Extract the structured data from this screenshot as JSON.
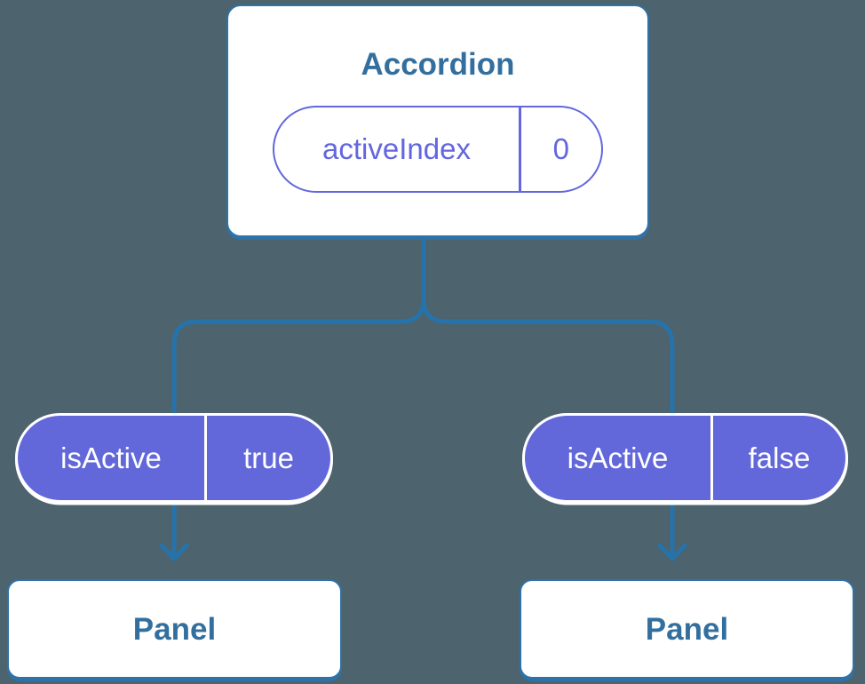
{
  "diagram": {
    "type": "react-component-tree",
    "root": {
      "title": "Accordion",
      "state": {
        "name": "activeIndex",
        "value": "0"
      }
    },
    "props": [
      {
        "name": "isActive",
        "value": "true"
      },
      {
        "name": "isActive",
        "value": "false"
      }
    ],
    "panels": [
      {
        "title": "Panel"
      },
      {
        "title": "Panel"
      }
    ],
    "colors": {
      "background": "#4d636d",
      "node-fill": "#ffffff",
      "node-border": "#2f72a8",
      "node-text": "#336f9e",
      "edge": "#2673ac",
      "state-accent": "#6366de",
      "prop-fill": "#6268da",
      "prop-border": "#ffffff",
      "prop-text": "#ffffff"
    }
  }
}
